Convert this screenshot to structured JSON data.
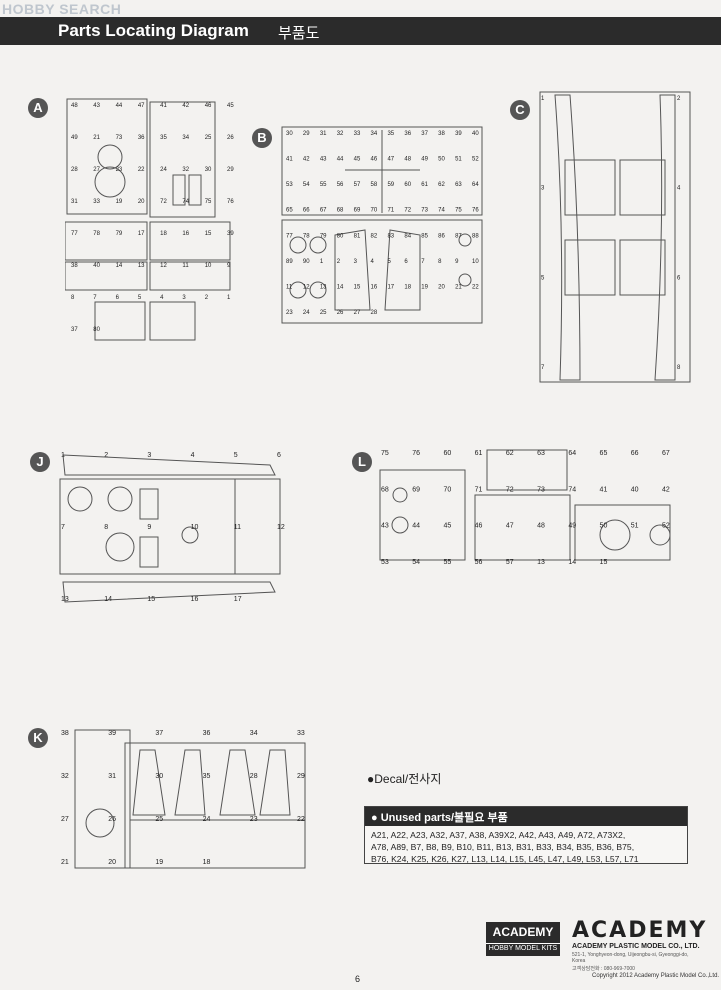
{
  "watermark": "HOBBY SEARCH",
  "header": {
    "title": "Parts Locating Diagram",
    "title_kr": "부품도"
  },
  "sprues": {
    "A": {
      "label": "A",
      "parts": [
        "48",
        "43",
        "44",
        "47",
        "41",
        "42",
        "46",
        "45",
        "49",
        "21",
        "73",
        "36",
        "35",
        "34",
        "25",
        "26",
        "28",
        "27",
        "23",
        "22",
        "24",
        "32",
        "30",
        "29",
        "31",
        "33",
        "19",
        "20",
        "72",
        "74",
        "75",
        "76",
        "77",
        "78",
        "79",
        "17",
        "18",
        "16",
        "15",
        "39",
        "38",
        "40",
        "14",
        "13",
        "12",
        "11",
        "10",
        "9",
        "8",
        "7",
        "6",
        "5",
        "4",
        "3",
        "2",
        "1",
        "37",
        "80"
      ]
    },
    "B": {
      "label": "B",
      "parts": [
        "30",
        "29",
        "31",
        "32",
        "33",
        "34",
        "35",
        "36",
        "37",
        "38",
        "39",
        "40",
        "41",
        "42",
        "43",
        "44",
        "45",
        "46",
        "47",
        "48",
        "49",
        "50",
        "51",
        "52",
        "53",
        "54",
        "55",
        "56",
        "57",
        "58",
        "59",
        "60",
        "61",
        "62",
        "63",
        "64",
        "65",
        "66",
        "67",
        "68",
        "69",
        "70",
        "71",
        "72",
        "73",
        "74",
        "75",
        "76",
        "77",
        "78",
        "79",
        "80",
        "81",
        "82",
        "83",
        "84",
        "85",
        "86",
        "87",
        "88",
        "89",
        "90",
        "1",
        "2",
        "3",
        "4",
        "5",
        "6",
        "7",
        "8",
        "9",
        "10",
        "11",
        "12",
        "13",
        "14",
        "15",
        "16",
        "17",
        "18",
        "19",
        "20",
        "21",
        "22",
        "23",
        "24",
        "25",
        "26",
        "27",
        "28"
      ]
    },
    "C": {
      "label": "C",
      "parts": [
        "1",
        "2",
        "3",
        "4",
        "5",
        "6",
        "7",
        "8"
      ]
    },
    "J": {
      "label": "J",
      "parts": [
        "1",
        "2",
        "3",
        "4",
        "5",
        "6",
        "7",
        "8",
        "9",
        "10",
        "11",
        "12",
        "13",
        "14",
        "15",
        "16",
        "17"
      ]
    },
    "L": {
      "label": "L",
      "parts": [
        "75",
        "76",
        "60",
        "61",
        "62",
        "63",
        "64",
        "65",
        "66",
        "67",
        "68",
        "69",
        "70",
        "71",
        "72",
        "73",
        "74",
        "41",
        "40",
        "42",
        "43",
        "44",
        "45",
        "46",
        "47",
        "48",
        "49",
        "50",
        "51",
        "52",
        "53",
        "54",
        "55",
        "56",
        "57",
        "13",
        "14",
        "15"
      ]
    },
    "K": {
      "label": "K",
      "parts": [
        "38",
        "39",
        "37",
        "36",
        "34",
        "33",
        "32",
        "31",
        "30",
        "35",
        "28",
        "29",
        "27",
        "26",
        "25",
        "24",
        "23",
        "22",
        "21",
        "20",
        "19",
        "18"
      ]
    }
  },
  "decal": {
    "label": "●Decal/전사지"
  },
  "unused": {
    "heading": "● Unused parts/불필요 부품",
    "lines": [
      "A21, A22, A23, A32, A37, A38, A39X2, A42, A43, A49, A72, A73X2,",
      "A78, A89, B7, B8, B9, B10, B11, B13, B31, B33, B34, B35, B36, B75,",
      "B76, K24, K25, K26, K27, L13, L14, L15, L45, L47, L49, L53, L57, L71"
    ]
  },
  "logos": {
    "left_top": "ACADEMY",
    "left_bottom": "HOBBY MODEL KITS",
    "right_top": "ACADEMY",
    "right_sub": "ACADEMY PLASTIC MODEL CO., LTD.",
    "right_addr": "521-1, Yonghyeon-dong, Uijeongbu-si, Gyeonggi-do, Korea",
    "right_phone": "고객상담전화 : 080-969-7000"
  },
  "footer": {
    "page": "6",
    "copyright": "Copyright 2012 Academy Plastic Model Co.,Ltd."
  }
}
